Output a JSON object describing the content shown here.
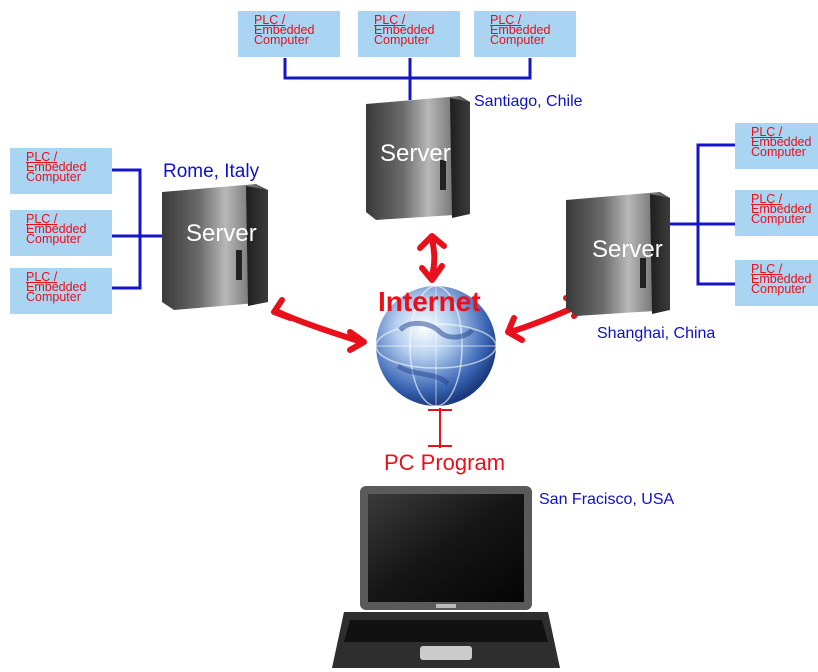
{
  "plc_label": {
    "line1": "PLC /",
    "line2": "Embedded",
    "line3": "Computer"
  },
  "server_label": "Server",
  "center_label": "Internet",
  "pc_label": "PC Program",
  "cities": {
    "santiago": "Santiago, Chile",
    "rome": "Rome, Italy",
    "shanghai": "Shanghai, China",
    "sanfrancisco": "San Fracisco, USA"
  },
  "colors": {
    "wire": "#1414c8",
    "arrow": "#e8101a",
    "plc_fill": "#a9d4f2",
    "city_text": "#1010c8"
  }
}
